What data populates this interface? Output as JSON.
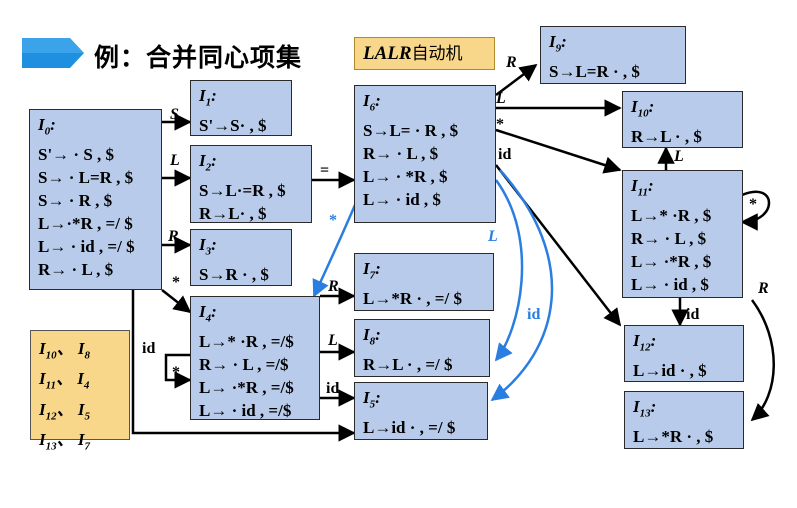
{
  "title": "例：合并同心项集",
  "tag": {
    "italic": "LALR",
    "text": "自动机"
  },
  "states": [
    {
      "id": "I0",
      "name": "I",
      "sub": "0",
      "items": [
        "S'→ · S , $",
        "S→ · L=R , $",
        "S→ · R , $",
        "L→·*R , =/ $",
        "L→ · id , =/ $",
        "R→ · L , $"
      ]
    },
    {
      "id": "I1",
      "name": "I",
      "sub": "1",
      "items": [
        "S'→S· , $"
      ]
    },
    {
      "id": "I2",
      "name": "I",
      "sub": "2",
      "items": [
        "S→L·=R , $",
        "R→L· , $"
      ]
    },
    {
      "id": "I3",
      "name": "I",
      "sub": "3",
      "items": [
        "S→R · , $"
      ]
    },
    {
      "id": "I4",
      "name": "I",
      "sub": "4",
      "items": [
        "L→* ·R , =/$",
        "R→ · L , =/$",
        "L→ ·*R , =/$",
        "L→ · id , =/$"
      ]
    },
    {
      "id": "I5",
      "name": "I",
      "sub": "5",
      "items": [
        "L→id · , =/ $"
      ]
    },
    {
      "id": "I6",
      "name": "I",
      "sub": "6",
      "items": [
        "S→L= · R , $",
        "R→ · L , $",
        "L→ · *R , $",
        "L→ · id , $"
      ]
    },
    {
      "id": "I7",
      "name": "I",
      "sub": "7",
      "items": [
        "L→*R · , =/ $"
      ]
    },
    {
      "id": "I8",
      "name": "I",
      "sub": "8",
      "items": [
        "R→L · , =/ $"
      ]
    },
    {
      "id": "I9",
      "name": "I",
      "sub": "9",
      "items": [
        "S→L=R · , $"
      ]
    },
    {
      "id": "I10",
      "name": "I",
      "sub": "10",
      "items": [
        "R→L · , $"
      ]
    },
    {
      "id": "I11",
      "name": "I",
      "sub": "11",
      "items": [
        "L→* ·R , $",
        "R→ · L , $",
        "L→ ·*R , $",
        "L→ · id , $"
      ]
    },
    {
      "id": "I12",
      "name": "I",
      "sub": "12",
      "items": [
        "L→id · , $"
      ]
    },
    {
      "id": "I13",
      "name": "I",
      "sub": "13",
      "items": [
        "L→*R · , $"
      ]
    }
  ],
  "merge_note": [
    {
      "a": "10",
      "b": "8"
    },
    {
      "a": "11",
      "b": "4"
    },
    {
      "a": "12",
      "b": "5"
    },
    {
      "a": "13",
      "b": "7"
    }
  ],
  "edge_labels": {
    "s": "S",
    "l1": "L",
    "eq": "=",
    "r1": "R",
    "star1": "*",
    "id4": "id",
    "star4": "*",
    "r4": "R",
    "l4": "L",
    "id4b": "id",
    "r6": "R",
    "l6": "L",
    "star6": "*",
    "id6": "id",
    "starblue": "*",
    "lblue": "L",
    "idblue": "id",
    "l11": "L",
    "star11": "*",
    "r11": "R",
    "id11": "id"
  },
  "colors": {
    "state_fill": "#b8cbea",
    "note_fill": "#f8d78a",
    "blue_edge": "#2a7de1",
    "title_bar": "#1f8fe0"
  }
}
